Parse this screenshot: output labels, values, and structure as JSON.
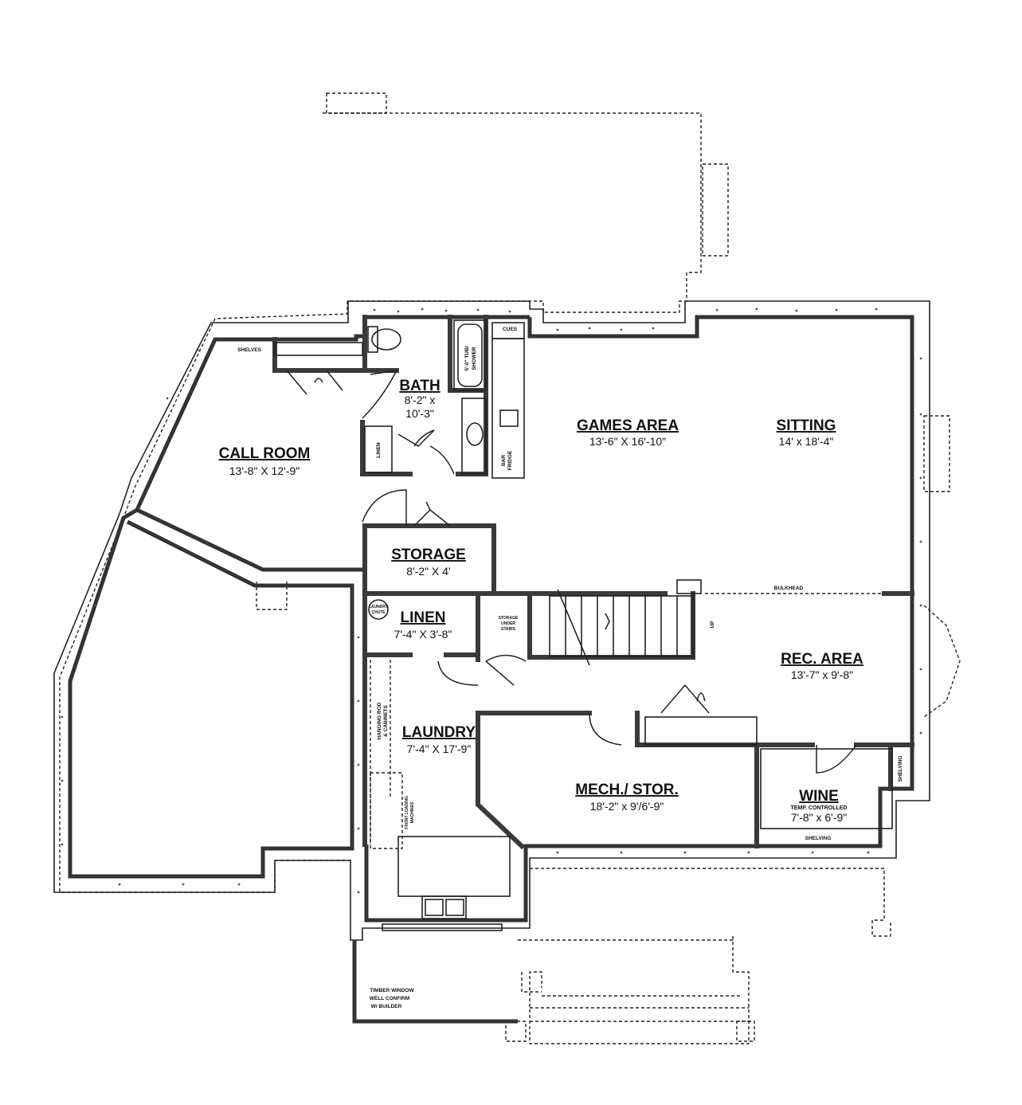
{
  "rooms": [
    {
      "name": "CALL ROOM",
      "dims": "13'-8\" X 12'-9\""
    },
    {
      "name": "BATH",
      "dims": "8'-2\" x",
      "dims2": "10'-3\""
    },
    {
      "name": "GAMES AREA",
      "dims": "13'-6\" X 16'-10\""
    },
    {
      "name": "SITTING",
      "dims": "14' x 18'-4\""
    },
    {
      "name": "STORAGE",
      "dims": "8'-2\" X 4'"
    },
    {
      "name": "LINEN",
      "dims": "7'-4\" X 3'-8\""
    },
    {
      "name": "REC. AREA",
      "dims": "13'-7\" x 9'-8\""
    },
    {
      "name": "LAUNDRY",
      "dims": "7'-4\" X 17'-9\""
    },
    {
      "name": "MECH./ STOR.",
      "dims": "18'-2\" x 9'/6'-9\""
    },
    {
      "name": "WINE",
      "dims": "TEMP. CONTROLLED",
      "dims2": "7'-8\" x 6'-9\""
    }
  ],
  "notes": {
    "shelves": "SHELVES",
    "cues": "CUES",
    "tub_1": "5'-0\" TUB/",
    "tub_2": "SHOWER",
    "linen_closet": "LINEN",
    "bar_fridge_1": "BAR",
    "bar_fridge_2": "FRIDGE",
    "bulkhead": "BULKHEAD",
    "laundry_chute_1": "LAUNDRY",
    "laundry_chute_2": "CHUTE",
    "storage_under_1": "STORAGE",
    "storage_under_2": "UNDER",
    "storage_under_3": "STAIRS",
    "up": "UP",
    "hanging_rod_1": "HANGING ROD",
    "hanging_rod_2": "& CABINETS",
    "front_loading_1": "FRONT LOADING",
    "front_loading_2": "MACHINES",
    "shelving_side": "SHELVING",
    "shelving_bottom": "SHELVING",
    "timber_1": "TIMBER WINDOW",
    "timber_2": "WELL CONFIRM",
    "timber_3": "W/ BUILDER"
  }
}
